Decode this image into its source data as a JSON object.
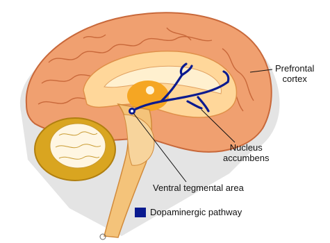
{
  "labels": {
    "prefrontal_line1": "Prefrontal",
    "prefrontal_line2": "cortex",
    "nucleus_line1": "Nucleus",
    "nucleus_line2": "accumbens",
    "vta": "Ventral tegmental area"
  },
  "legend": {
    "text": "Dopaminergic pathway",
    "color": "#0a1a8f"
  },
  "colors": {
    "cortex": "#f0a070",
    "cortex_edge": "#c8683a",
    "inner": "#ffd79a",
    "core": "#f5a623",
    "cerebellum_outer": "#d9a520",
    "cerebellum_inner": "#fff6e2",
    "brainstem": "#f4c37a",
    "shadow": "#d9d9d9"
  }
}
